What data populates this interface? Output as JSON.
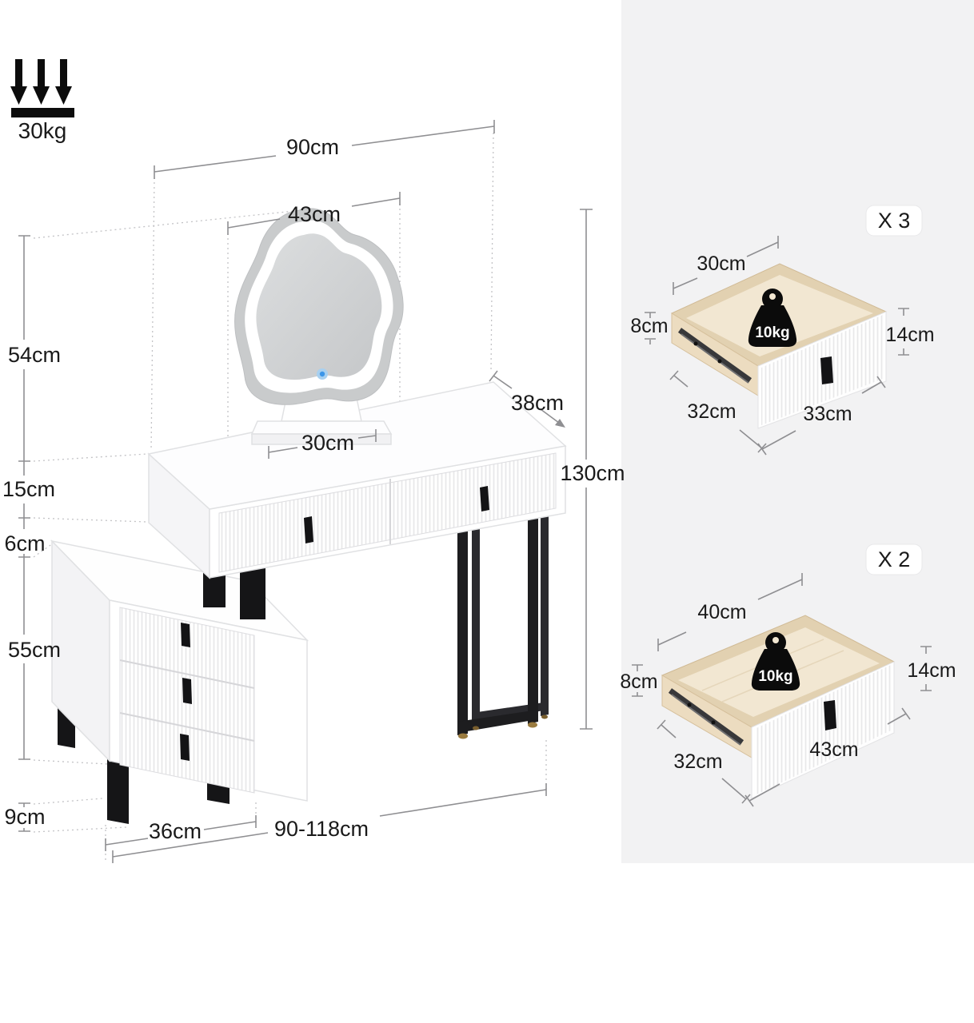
{
  "load_capacity": {
    "label": "30kg"
  },
  "vanity_dims": {
    "top_width": "90cm",
    "mirror_width": "43cm",
    "mirror_height": "54cm",
    "mirror_base_width": "30cm",
    "table_depth": "38cm",
    "table_box_height": "15cm",
    "clearance": "6cm",
    "cabinet_height": "55cm",
    "cabinet_leg_height": "9cm",
    "cabinet_width": "36cm",
    "extendable_width": "90-118cm",
    "total_height": "130cm"
  },
  "small_drawer": {
    "quantity": "X 3",
    "inner_width": "30cm",
    "inner_height": "8cm",
    "max_load": "10kg",
    "front_height": "14cm",
    "inner_depth": "32cm",
    "front_width": "33cm"
  },
  "large_drawer": {
    "quantity": "X 2",
    "inner_width": "40cm",
    "inner_height": "8cm",
    "max_load": "10kg",
    "front_height": "14cm",
    "inner_depth": "32cm",
    "front_width": "43cm"
  },
  "colors": {
    "background_right": "#f2f2f3",
    "icon_black": "#0b0b0b",
    "touch_button_blue": "#3c96e8",
    "wood_floor": "#f2e7d2",
    "wood_wall": "#e2d1b1",
    "wood_side": "#ecdcc0",
    "metal_black": "#1d1d1f"
  }
}
